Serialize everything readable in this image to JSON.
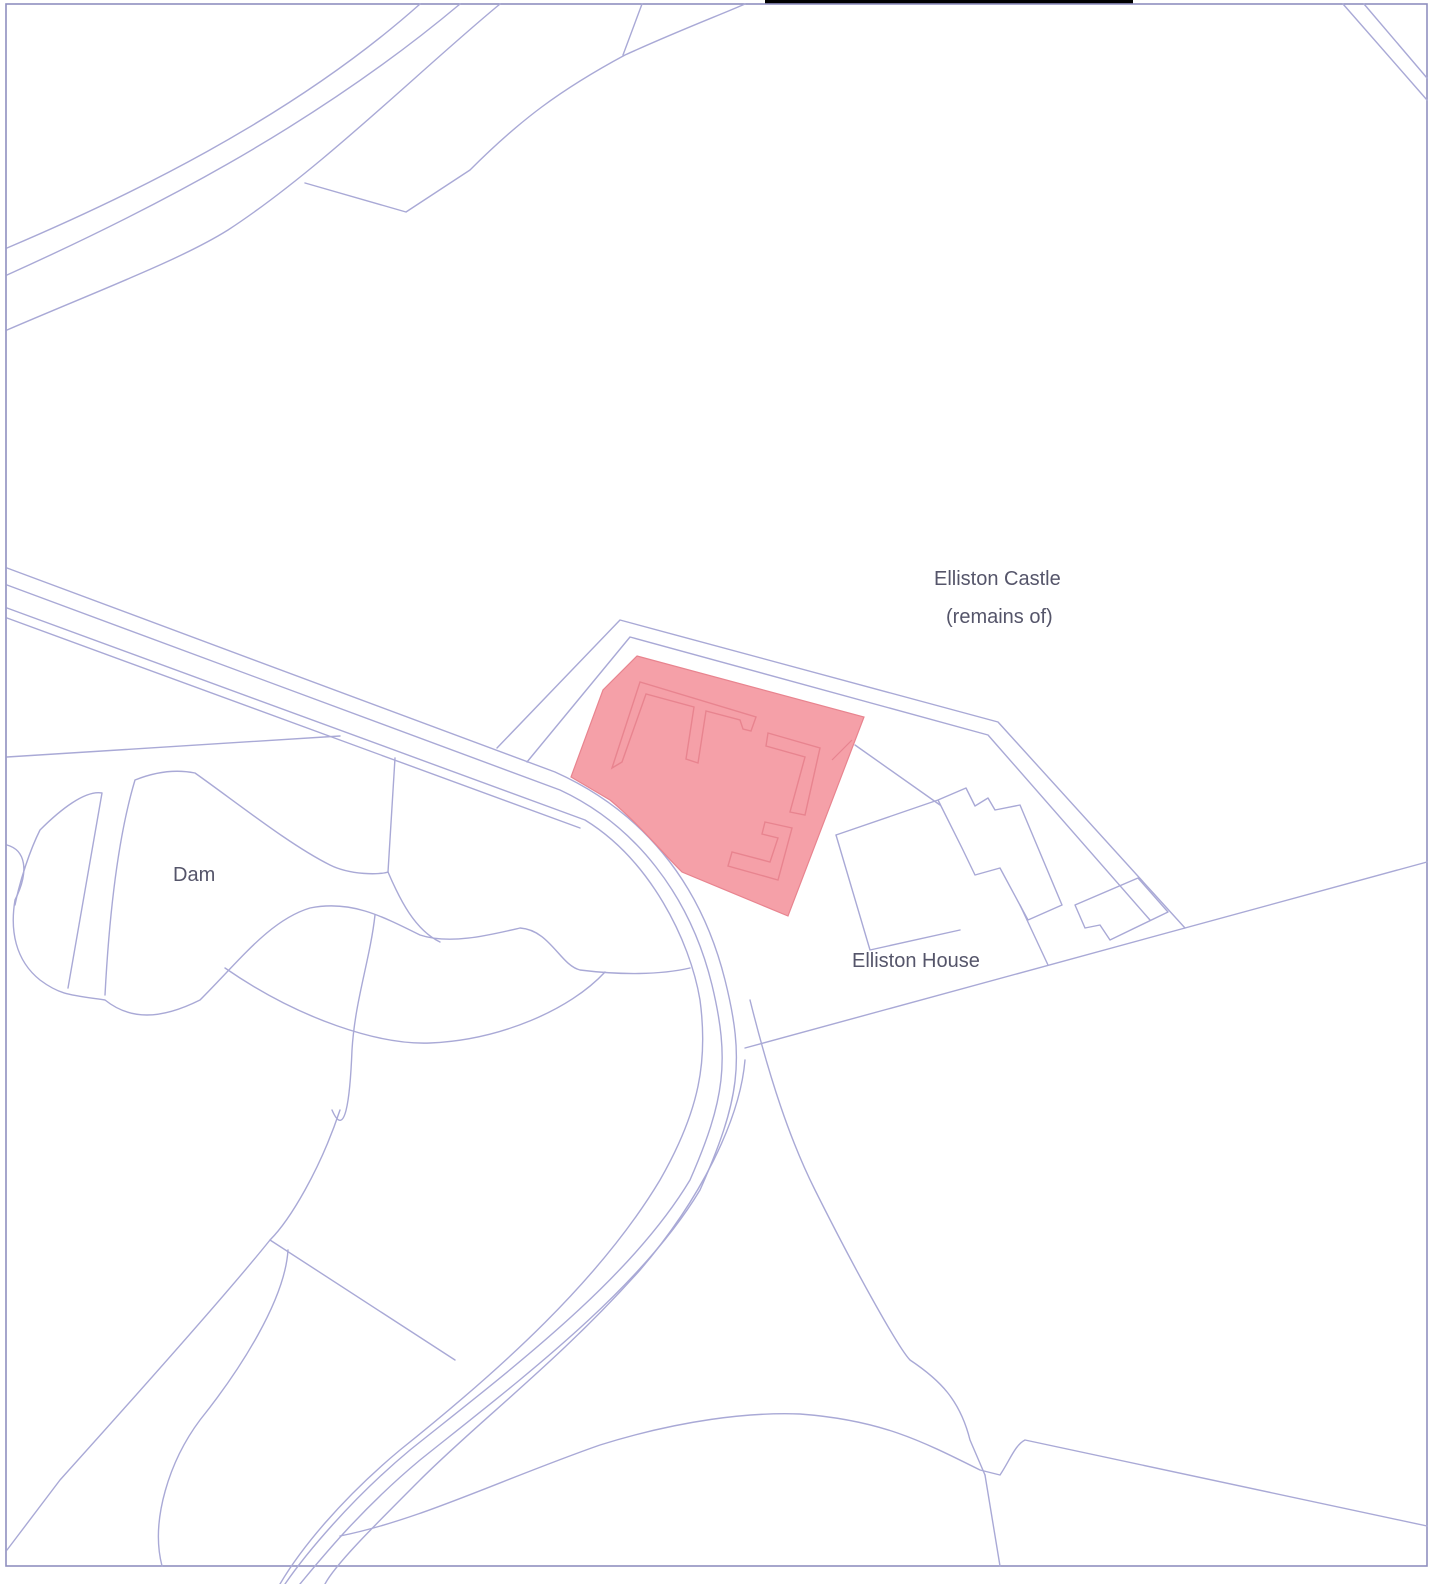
{
  "map": {
    "colors": {
      "line": "#a9a9d6",
      "frame": "#8f8fbf",
      "highlight_fill": "#f5a0a8",
      "highlight_outline": "#e8848f",
      "header_bar": "#000000",
      "label_text": "#55556a",
      "background": "#ffffff"
    },
    "labels": {
      "castle_line1": "Elliston Castle",
      "castle_line2": "(remains of)",
      "dam": "Dam",
      "house": "Elliston House"
    },
    "highlighted_area": {
      "description_visible": false
    }
  }
}
